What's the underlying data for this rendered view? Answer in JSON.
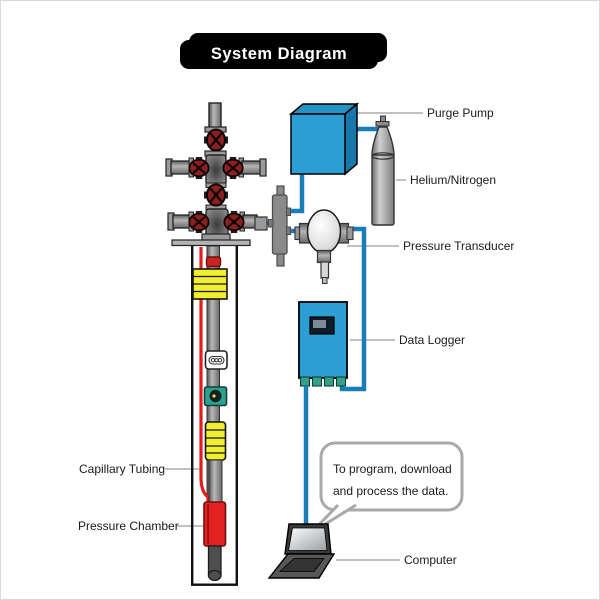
{
  "title": "System Diagram",
  "labels": {
    "purge_pump": "Purge Pump",
    "helium_nitrogen": "Helium/Nitrogen",
    "pressure_transducer": "Pressure Transducer",
    "data_logger": "Data Logger",
    "computer": "Computer",
    "capillary_tubing": "Capillary Tubing",
    "pressure_chamber": "Pressure Chamber"
  },
  "speech_bubble": {
    "line1": "To program, download",
    "line2": "and process the data."
  },
  "colors": {
    "device_blue_front": "#2b9fd4",
    "device_blue_top": "#2593c8",
    "device_blue_side": "#1878ab",
    "tube_blue": "#1b7db8",
    "valve_red": "#8b2020",
    "capillary_red": "#e31b1b",
    "chamber_red": "#e32222",
    "packer_yellow": "#f0ee2e",
    "instrument_teal": "#2f9f8f",
    "metal_gray": "#8a8a8a",
    "leader_gray": "#9c9c9c",
    "banner_black": "#000000"
  }
}
